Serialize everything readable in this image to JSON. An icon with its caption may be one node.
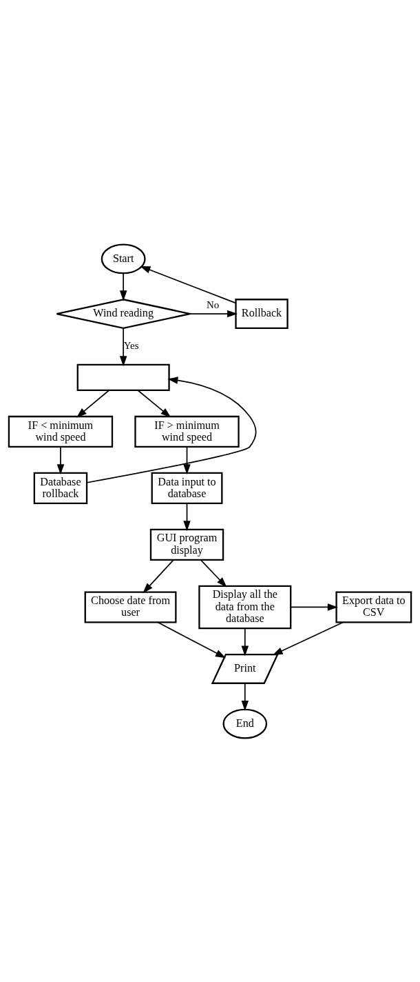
{
  "diagram": {
    "nodes": [
      {
        "text": [
          "Start"
        ]
      },
      {
        "text": [
          "Wind reading"
        ]
      },
      {
        "text": [
          "Rollback"
        ]
      },
      {
        "text": [],
        "shape": "box"
      },
      {
        "text": [
          "IF < minimum wind speed"
        ]
      },
      {
        "text": [
          "IF > minimum wind speed"
        ]
      },
      {
        "text": [
          "Database rollback"
        ]
      },
      {
        "text": [
          "Data input to database"
        ]
      },
      {
        "text": [
          "GUI program display"
        ]
      },
      {
        "text": [
          "Choose date from user"
        ]
      },
      {
        "text": [
          "Display all the data from the database"
        ]
      },
      {
        "text": [
          "Export data to CSV"
        ]
      },
      {
        "text": [
          "Print"
        ]
      },
      {
        "text": [
          "End"
        ]
      }
    ],
    "edges": [
      {
        "from": 0,
        "to": 1,
        "arrow": "to"
      },
      {
        "from": 1,
        "to": 2,
        "arrow": "to",
        "label": "No"
      },
      {
        "from": 2,
        "to": 0,
        "arrow": "to"
      },
      {
        "from": 1,
        "to": 3,
        "arrow": "to",
        "label": "Yes"
      },
      {
        "from": 3,
        "to": 4,
        "arrow": "to"
      },
      {
        "from": 3,
        "to": 5,
        "arrow": "to"
      },
      {
        "from": 4,
        "to": 6,
        "arrow": "to"
      },
      {
        "from": 6,
        "to": 3,
        "arrow": "to"
      },
      {
        "from": 5,
        "to": 7,
        "arrow": "to"
      },
      {
        "from": 7,
        "to": 8,
        "arrow": "to"
      },
      {
        "from": 8,
        "to": 9,
        "arrow": "to"
      },
      {
        "from": 8,
        "to": 10,
        "arrow": "to"
      },
      {
        "from": 10,
        "to": 11,
        "arrow": "to"
      },
      {
        "from": 9,
        "to": 12,
        "arrow": "to"
      },
      {
        "from": 10,
        "to": 12,
        "arrow": "to"
      },
      {
        "from": 11,
        "to": 12,
        "arrow": "to"
      },
      {
        "from": 12,
        "to": 13,
        "arrow": "to"
      }
    ]
  }
}
